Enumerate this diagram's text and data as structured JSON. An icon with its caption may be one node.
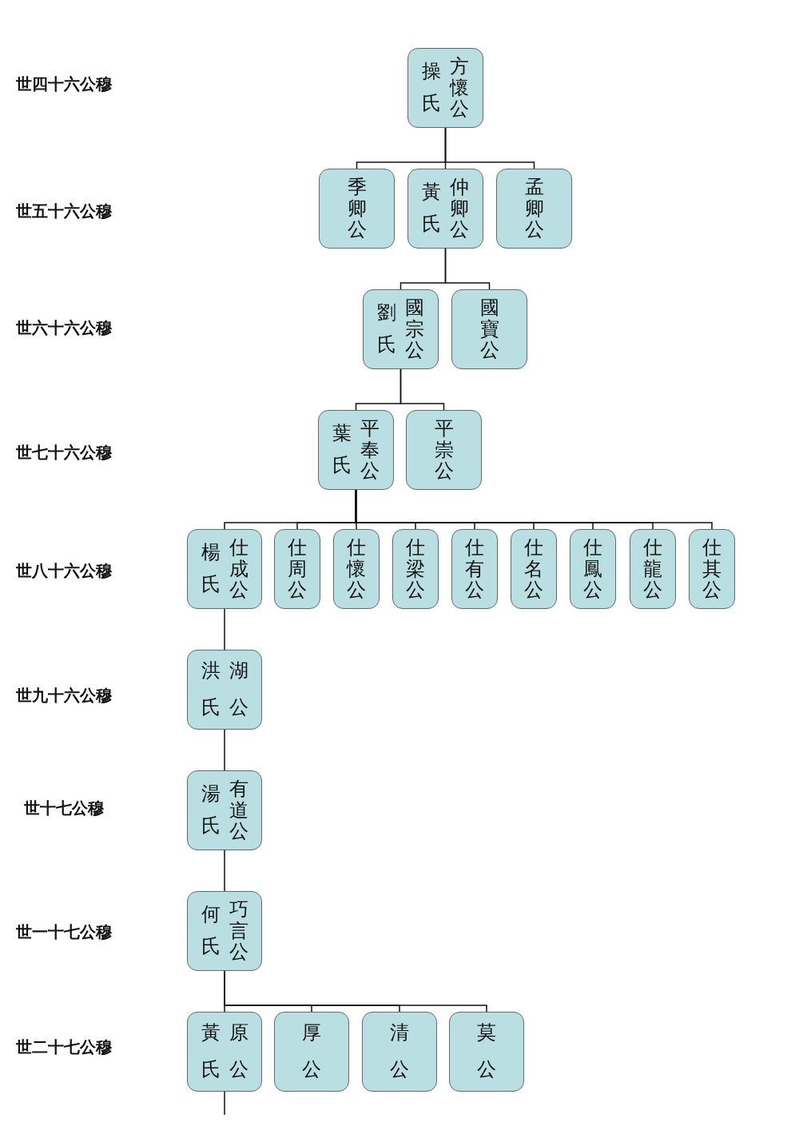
{
  "diagram": {
    "nodes": [
      {
        "text": [
          "操氏",
          "方懷公"
        ]
      },
      {
        "text": [
          "季卿公"
        ]
      },
      {
        "text": [
          "黃氏",
          "仲卿公"
        ]
      },
      {
        "text": [
          "孟卿公"
        ]
      },
      {
        "text": [
          "劉氏",
          "國宗公"
        ]
      },
      {
        "text": [
          "國寶公"
        ]
      },
      {
        "text": [
          "葉氏",
          "平奉公"
        ]
      },
      {
        "text": [
          "平崇公"
        ]
      },
      {
        "text": [
          "楊氏",
          "仕成公"
        ]
      },
      {
        "text": [
          "仕周公"
        ]
      },
      {
        "text": [
          "仕懷公"
        ]
      },
      {
        "text": [
          "仕梁公"
        ]
      },
      {
        "text": [
          "仕有公"
        ]
      },
      {
        "text": [
          "仕名公"
        ]
      },
      {
        "text": [
          "仕鳳公"
        ]
      },
      {
        "text": [
          "仕龍公"
        ]
      },
      {
        "text": [
          "仕其公"
        ]
      },
      {
        "text": [
          "洪氏",
          "湖公"
        ]
      },
      {
        "text": [
          "湯氏",
          "有道公"
        ]
      },
      {
        "text": [
          "何氏",
          "巧言公"
        ]
      },
      {
        "text": [
          "黃氏",
          "原公"
        ]
      },
      {
        "text": [
          "厚公"
        ]
      },
      {
        "text": [
          "清公"
        ]
      },
      {
        "text": [
          "莫公"
        ]
      }
    ],
    "edges": [
      {
        "from": 0,
        "to": 1,
        "arrow": "none"
      },
      {
        "from": 0,
        "to": 2,
        "arrow": "none"
      },
      {
        "from": 0,
        "to": 3,
        "arrow": "none"
      },
      {
        "from": 2,
        "to": 4,
        "arrow": "none"
      },
      {
        "from": 2,
        "to": 5,
        "arrow": "none"
      },
      {
        "from": 4,
        "to": 6,
        "arrow": "none"
      },
      {
        "from": 4,
        "to": 7,
        "arrow": "none"
      },
      {
        "from": 6,
        "to": 8,
        "arrow": "none"
      },
      {
        "from": 6,
        "to": 9,
        "arrow": "none"
      },
      {
        "from": 6,
        "to": 10,
        "arrow": "none"
      },
      {
        "from": 6,
        "to": 11,
        "arrow": "none"
      },
      {
        "from": 6,
        "to": 12,
        "arrow": "none"
      },
      {
        "from": 6,
        "to": 13,
        "arrow": "none"
      },
      {
        "from": 6,
        "to": 14,
        "arrow": "none"
      },
      {
        "from": 6,
        "to": 15,
        "arrow": "none"
      },
      {
        "from": 6,
        "to": 16,
        "arrow": "none"
      },
      {
        "from": 8,
        "to": 17,
        "arrow": "none"
      },
      {
        "from": 17,
        "to": 18,
        "arrow": "none"
      },
      {
        "from": 18,
        "to": 19,
        "arrow": "none"
      },
      {
        "from": 19,
        "to": 20,
        "arrow": "none"
      },
      {
        "from": 19,
        "to": 21,
        "arrow": "none"
      },
      {
        "from": 19,
        "to": 22,
        "arrow": "none"
      },
      {
        "from": 19,
        "to": 23,
        "arrow": "none"
      },
      {
        "from": 20,
        "to": null,
        "arrow": "none"
      }
    ],
    "labels": [
      "世四十六公穆",
      "世五十六公穆",
      "世六十六公穆",
      "世七十六公穆",
      "世八十六公穆",
      "世九十六公穆",
      "世十七公穆",
      "世一十七公穆",
      "世二十七公穆"
    ]
  }
}
